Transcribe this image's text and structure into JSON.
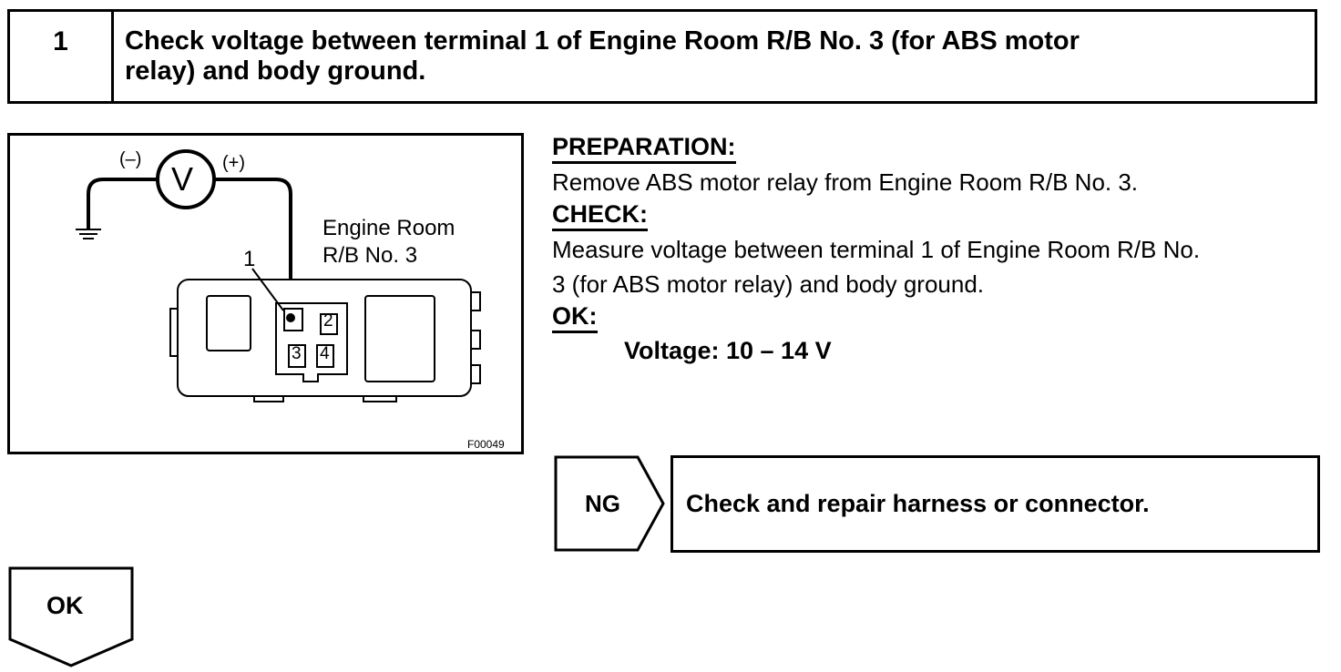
{
  "step": {
    "number": "1",
    "title_line1": "Check voltage between terminal 1 of Engine Room R/B No. 3 (for ABS motor",
    "title_line2": "relay) and body ground."
  },
  "figure": {
    "neg_label": "(–)",
    "pos_label": "(+)",
    "meter_symbol": "V",
    "component_line1": "Engine Room",
    "component_line2": "R/B No. 3",
    "terminal_label": "1",
    "pins": [
      "2",
      "3",
      "4"
    ],
    "figure_code": "F00049"
  },
  "preparation": {
    "heading": "PREPARATION:",
    "text": "Remove ABS motor relay from Engine Room R/B No. 3."
  },
  "check": {
    "heading": "CHECK:",
    "line1": "Measure voltage between terminal 1 of Engine Room R/B No.",
    "line2": "3 (for ABS motor relay) and body ground."
  },
  "ok_spec": {
    "heading": "OK:",
    "text": "Voltage: 10 – 14 V"
  },
  "ng": {
    "label": "NG",
    "action": "Check and repair harness or connector."
  },
  "ok": {
    "label": "OK"
  }
}
